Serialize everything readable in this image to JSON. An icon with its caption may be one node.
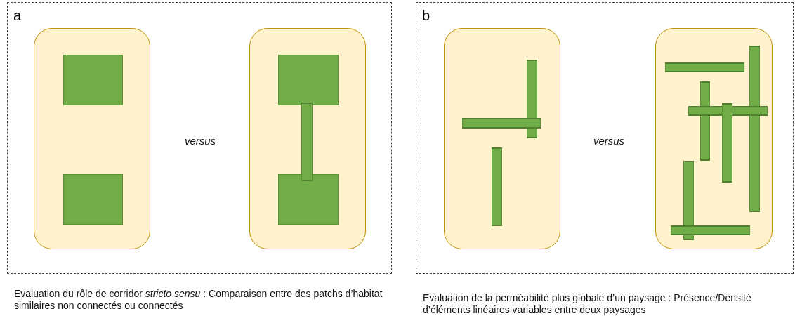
{
  "diagram": {
    "nodes": [
      {
        "text": [
          "a"
        ]
      },
      {
        "text": [],
        "shape": "box",
        "in": 0
      },
      {
        "text": [],
        "shape": "box",
        "in": 1
      },
      {
        "text": [],
        "shape": "box",
        "in": 1
      },
      {
        "text": [],
        "shape": "box",
        "in": 0
      },
      {
        "text": [],
        "shape": "box",
        "in": 4
      },
      {
        "text": [],
        "shape": "bar",
        "in": 4
      },
      {
        "text": [],
        "shape": "box",
        "in": 4
      },
      {
        "text": [
          "b"
        ]
      },
      {
        "text": [],
        "shape": "box",
        "in": 8
      },
      {
        "text": [],
        "shape": "bar",
        "in": 9
      },
      {
        "text": [],
        "shape": "bar",
        "in": 9
      },
      {
        "text": [],
        "shape": "bar",
        "in": 9
      },
      {
        "text": [],
        "shape": "box",
        "in": 8
      },
      {
        "text": [],
        "shape": "bar",
        "in": 13
      },
      {
        "text": [],
        "shape": "bar",
        "in": 13
      },
      {
        "text": [],
        "shape": "bar",
        "in": 13
      },
      {
        "text": [],
        "shape": "bar",
        "in": 13
      },
      {
        "text": [],
        "shape": "bar",
        "in": 13
      },
      {
        "text": [],
        "shape": "bar",
        "in": 13
      },
      {
        "text": [],
        "shape": "bar",
        "in": 13
      }
    ],
    "edges": [],
    "labels": [
      "versus",
      "versus",
      "Evaluation du rôle de corridor *stricto sensu* : Comparaison entre des patchs d’habitat similaires non connectés ou connectés",
      "Evaluation de la perméabilité plus globale d’un paysage : Présence/Densité d’éléments linéaires variables entre deux paysages"
    ]
  }
}
